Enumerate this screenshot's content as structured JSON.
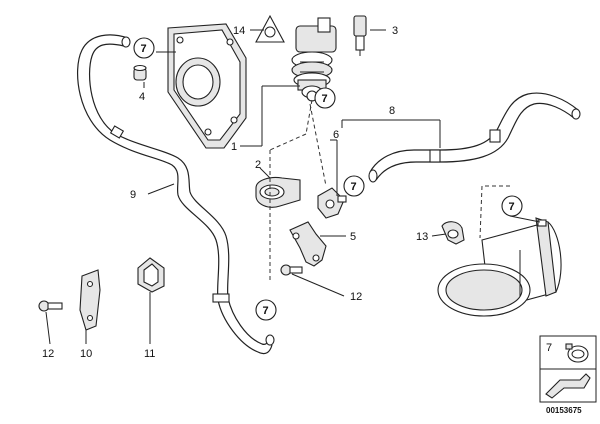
{
  "callouts": {
    "c1": "1",
    "c2": "2",
    "c3": "3",
    "c4": "4",
    "c5": "5",
    "c6": "6",
    "c7a": "7",
    "c7b": "7",
    "c7c": "7",
    "c7d": "7",
    "c7e": "7",
    "c8": "8",
    "c9": "9",
    "c10": "10",
    "c11": "11",
    "c12a": "12",
    "c12b": "12",
    "c13": "13",
    "c14": "14"
  },
  "legend": {
    "clamp_number": "7"
  },
  "doc_id": "00153675"
}
